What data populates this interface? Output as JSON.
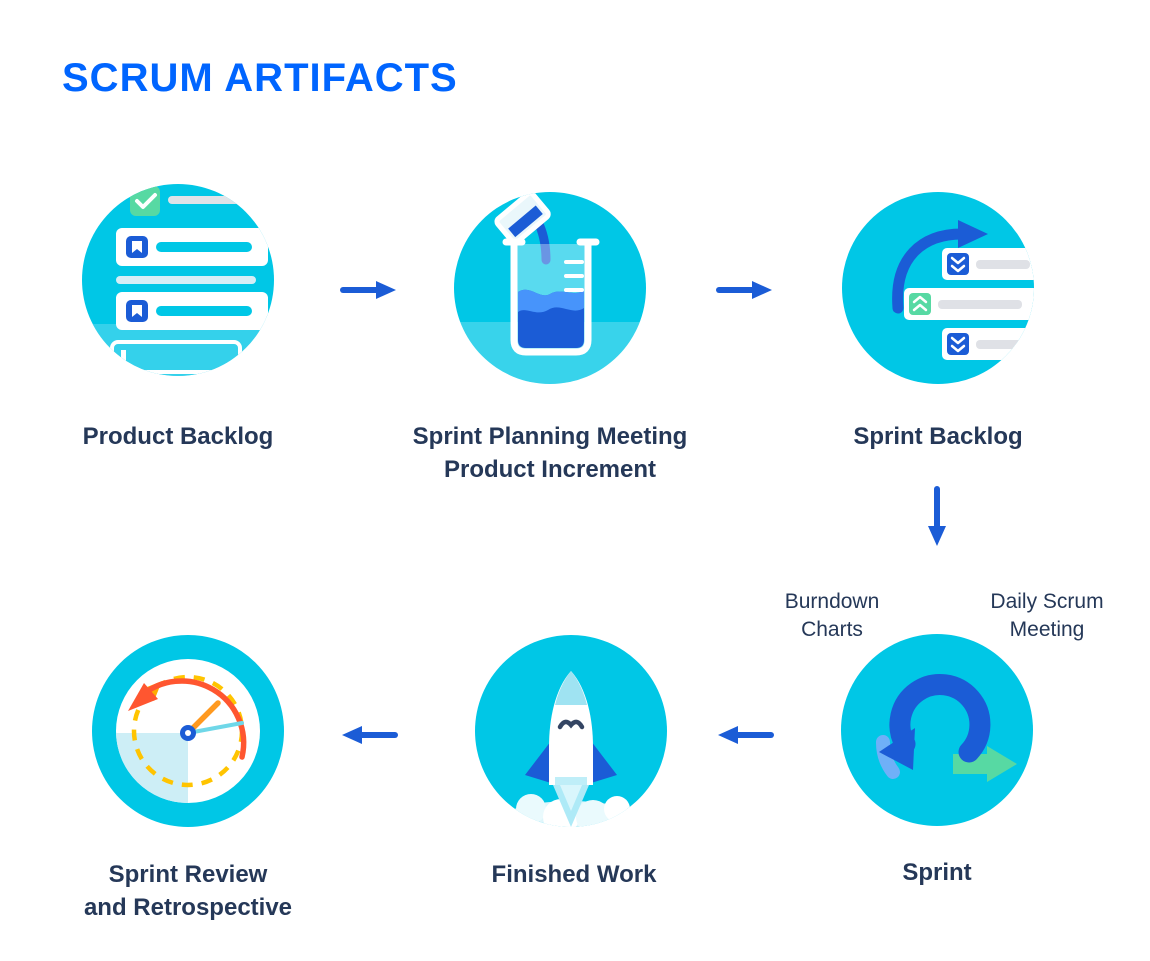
{
  "title": "SCRUM ARTIFACTS",
  "nodes": {
    "product_backlog": {
      "label": "Product Backlog",
      "icon": "backlog-list-icon"
    },
    "sprint_planning": {
      "label": "Sprint Planning Meeting\nProduct Increment",
      "icon": "beaker-pour-icon"
    },
    "sprint_backlog": {
      "label": "Sprint Backlog",
      "icon": "sprint-backlog-list-icon"
    },
    "sprint": {
      "label": "Sprint",
      "icon": "sprint-loop-icon"
    },
    "finished_work": {
      "label": "Finished Work",
      "icon": "rocket-icon"
    },
    "sprint_review": {
      "label": "Sprint Review\nand Retrospective",
      "icon": "stopwatch-icon"
    }
  },
  "annotations": {
    "burndown_charts": "Burndown\nCharts",
    "daily_scrum_meeting": "Daily Scrum\nMeeting"
  },
  "flow": [
    "product_backlog -> sprint_planning",
    "sprint_planning -> sprint_backlog",
    "sprint_backlog -> sprint",
    "sprint -> finished_work",
    "finished_work -> sprint_review"
  ],
  "colors": {
    "title-blue": "#0065ff",
    "circle-cyan": "#00c7e6",
    "label-navy": "#253858",
    "arrow-blue": "#1b5cd6",
    "green": "#57d9a3",
    "orange": "#ff991f",
    "red": "#ff5630",
    "yellow": "#ffc400"
  }
}
